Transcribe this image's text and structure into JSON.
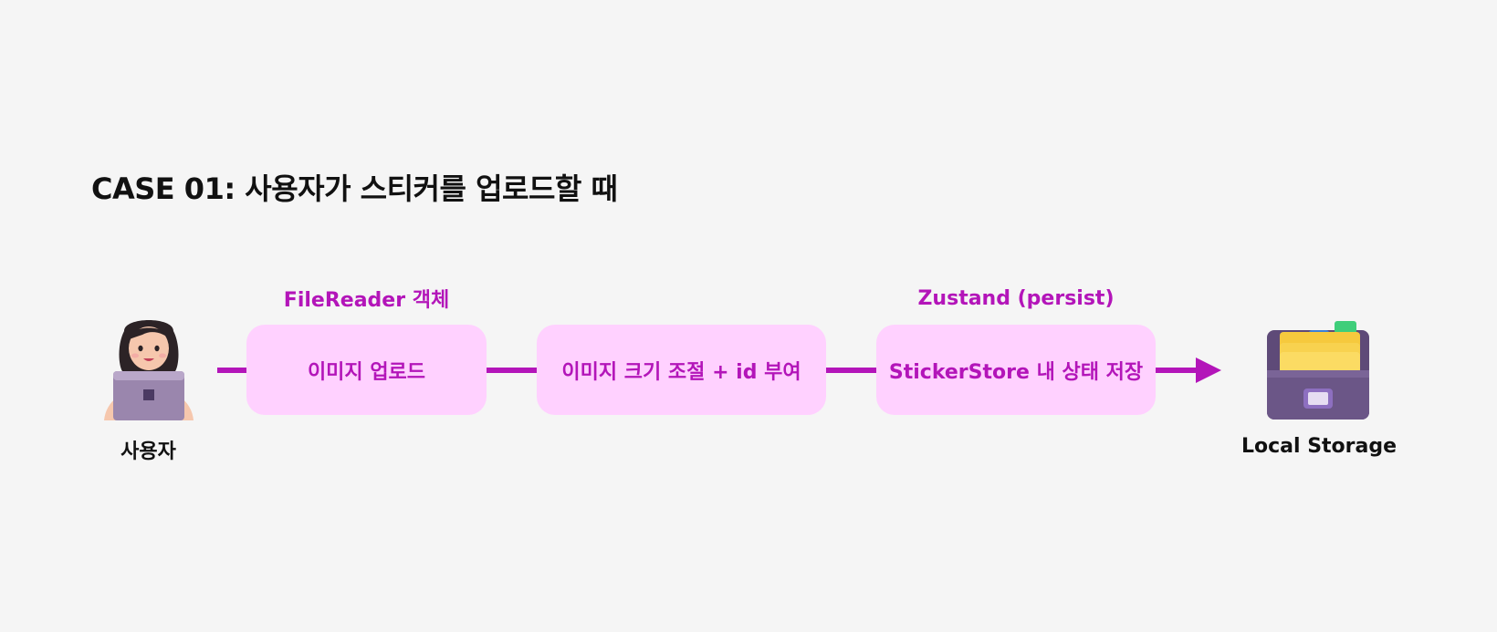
{
  "title": "CASE 01: 사용자가 스티커를 업로드할 때",
  "actor": {
    "label": "사용자",
    "icon": "person-laptop-icon"
  },
  "steps": [
    {
      "label": "이미지 업로드",
      "above": "FileReader 객체"
    },
    {
      "label": "이미지 크기 조절 + id 부여",
      "above": ""
    },
    {
      "label": "StickerStore 내 상태 저장",
      "above": "Zustand (persist)"
    }
  ],
  "target": {
    "label": "Local Storage",
    "icon": "file-cabinet-icon"
  },
  "colors": {
    "background": "#f5f5f5",
    "accent": "#b315b9",
    "box_fill": "#ffd1ff",
    "text": "#111111"
  }
}
